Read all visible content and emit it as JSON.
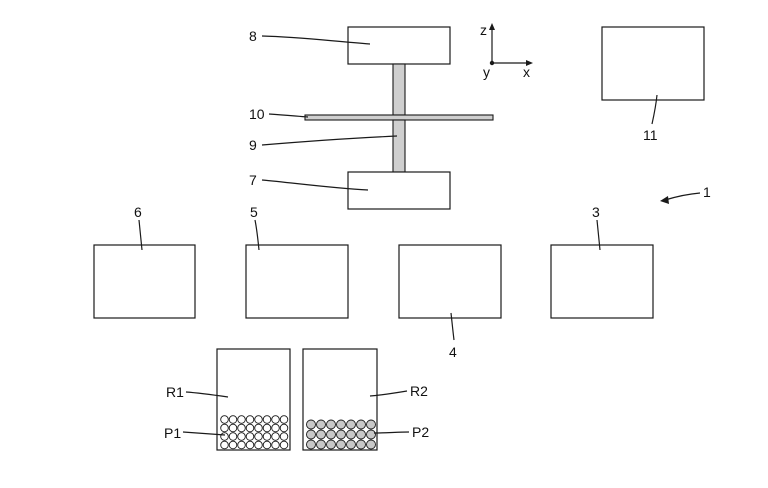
{
  "labels": {
    "n1": "1",
    "n3": "3",
    "n4": "4",
    "n5": "5",
    "n6": "6",
    "n7": "7",
    "n8": "8",
    "n9": "9",
    "n10": "10",
    "n11": "11",
    "r1": "R1",
    "r2": "R2",
    "p1": "P1",
    "p2": "P2"
  },
  "axes": {
    "z": "z",
    "y": "y",
    "x": "x"
  },
  "particles": {
    "p1": {
      "rows": 4,
      "cols": 8,
      "fill": "#ffffff"
    },
    "p2": {
      "rows": 3,
      "cols": 7,
      "fill": "#c8c8c8"
    }
  }
}
